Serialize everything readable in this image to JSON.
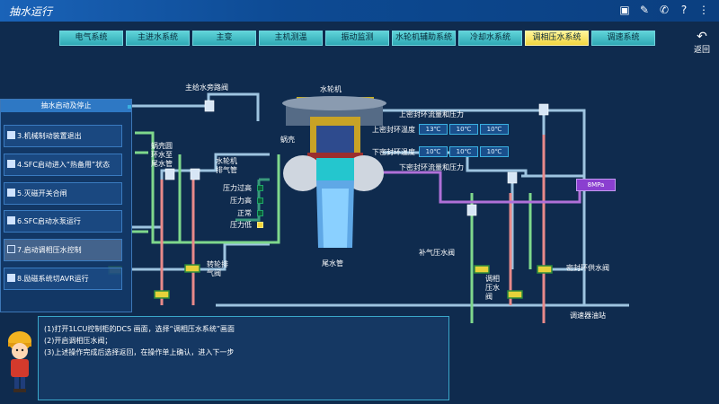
{
  "window": {
    "title": "抽水运行"
  },
  "toolbar_icons": [
    "save-icon",
    "edit-icon",
    "phone-icon",
    "help-icon",
    "more-icon"
  ],
  "tabs": [
    {
      "label": "电气系统",
      "active": false
    },
    {
      "label": "主进水系统",
      "active": false
    },
    {
      "label": "主变",
      "active": false
    },
    {
      "label": "主机测温",
      "active": false
    },
    {
      "label": "振动监测",
      "active": false
    },
    {
      "label": "水轮机辅助系统",
      "active": false
    },
    {
      "label": "冷却水系统",
      "active": false
    },
    {
      "label": "调相压水系统",
      "active": true
    },
    {
      "label": "调速系统",
      "active": false
    }
  ],
  "back": {
    "label": "返回"
  },
  "diagram": {
    "labels": {
      "main_supply_bypass": "主给水旁路阀",
      "turbine": "水轮机",
      "worm_case": "蜗壳",
      "worm_ring": "蜗壳圆\n环水至\n尾水管",
      "turbine_exhaust": "水轮机\n排气管",
      "upper_seal_flow": "上密封环流量和压力",
      "upper_seal_temp": "上密封环温度",
      "lower_seal_temp": "下密封环温度",
      "lower_seal_flow": "下密封环流量和压力",
      "p_high": "压力过高",
      "p_high2": "压力高",
      "p_normal": "正常",
      "p_low": "压力低",
      "tail_pipe": "尾水管",
      "turn_wheel_valve": "转轮排\n气阀",
      "air_supply_valve": "补气压水阀",
      "phase_valve": "调相\n压水\n阀",
      "seal_supply_valve": "密封环供水阀",
      "gov_oil_station": "调速器油站"
    },
    "upper_temps": [
      "13℃",
      "10℃",
      "10℃"
    ],
    "lower_temps": [
      "10℃",
      "10℃",
      "10℃"
    ],
    "pressure": "8MPa",
    "indicators_on": [
      false,
      false,
      false,
      true
    ]
  },
  "sidebar": {
    "header": "抽水启动及停止",
    "steps": [
      {
        "label": "3.机械制动装置退出",
        "current": false
      },
      {
        "label": "4.SFC启动进入“热备用”状态",
        "current": false
      },
      {
        "label": "5.灭磁开关合闸",
        "current": false
      },
      {
        "label": "6.SFC启动水泵运行",
        "current": false
      },
      {
        "label": "7.启动调相压水控制",
        "current": true
      },
      {
        "label": "8.励磁系统切AVR运行",
        "current": false
      }
    ]
  },
  "instructions": {
    "line1": "(1)打开1LCU控制柜的DCS 画面，选择“调相压水系统”画面",
    "line2": "(2)开启调相压水阀；",
    "line3": "(3)上述操作完成后选择返回，在操作单上确认，进入下一步"
  },
  "colors": {
    "pipe_blue": "#9ec4e0",
    "pipe_green": "#7fd88c",
    "pipe_red": "#e88a8a",
    "pipe_purple": "#b070d8",
    "active_tab": "#f2d640"
  }
}
